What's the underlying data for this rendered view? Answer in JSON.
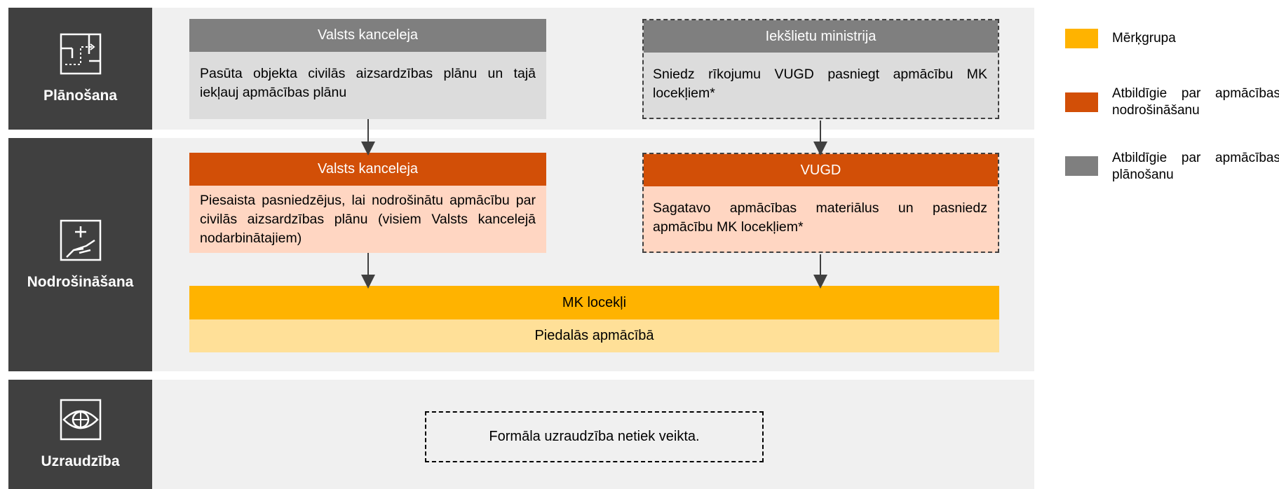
{
  "colors": {
    "target_group": "#ffb300",
    "responsible_provision": "#d24f07",
    "responsible_planning": "#7f7f7f",
    "lane_label_bg": "#404040",
    "lane_bg": "#f0f0f0"
  },
  "lanes": [
    {
      "label": "Plānošana",
      "icon": "floor-plan-icon"
    },
    {
      "label": "Nodrošināšana",
      "icon": "helping-hand-icon"
    },
    {
      "label": "Uzraudzība",
      "icon": "eye-icon"
    }
  ],
  "planning": {
    "left": {
      "header": "Valsts kanceleja",
      "body": "Pasūta objekta civilās aizsardzības plānu un tajā iekļauj apmācības plānu"
    },
    "right": {
      "header": "Iekšlietu ministrija",
      "body": "Sniedz rīkojumu VUGD pasniegt apmācību MK locekļiem*"
    }
  },
  "provision": {
    "left": {
      "header": "Valsts kanceleja",
      "body": "Piesaista pasniedzējus, lai nodrošinātu apmācību par civilās aizsardzības plānu (visiem Valsts kancelejā nodarbinātajiem)"
    },
    "right": {
      "header": "VUGD",
      "body": "Sagatavo apmācības materiālus un pasniedz apmācību MK locekļiem*"
    },
    "target": {
      "header": "MK locekļi",
      "body": "Piedalās apmācībā"
    }
  },
  "supervision": {
    "note": "Formāla uzraudzība netiek veikta."
  },
  "legend": [
    {
      "label": "Mērķgrupa",
      "color": "#ffb300"
    },
    {
      "label": "Atbildīgie par apmācības nodrošināšanu",
      "color": "#d24f07"
    },
    {
      "label": "Atbildīgie par apmācības plānošanu",
      "color": "#7f7f7f"
    }
  ]
}
